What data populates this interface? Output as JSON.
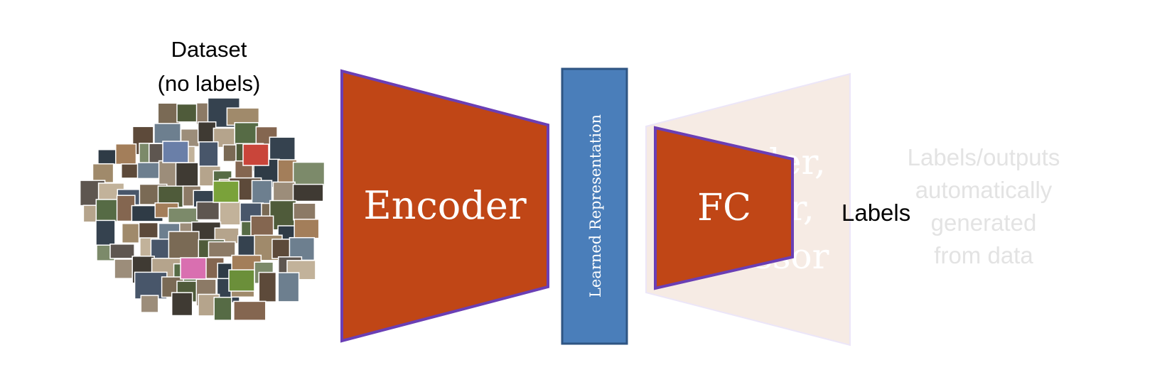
{
  "dataset": {
    "title": "Dataset",
    "subtitle": "(no labels)"
  },
  "encoder": {
    "label": "Encoder",
    "fill": "#c04616",
    "stroke": "#6a3fb5"
  },
  "representation": {
    "label": "Learned Representation",
    "fill": "#4a7eba",
    "stroke": "#2f5583"
  },
  "faded_head": {
    "lines": [
      "...der,",
      "...er,",
      "...ssor"
    ],
    "fill": "#f6ebe4",
    "stroke": "#ece6f8"
  },
  "fc_head": {
    "label": "FC",
    "fill": "#c04616",
    "stroke": "#6a3fb5"
  },
  "labels_text": "Labels",
  "faded_note": {
    "lines": [
      "Labels/outputs",
      "automatically",
      "generated",
      "from data"
    ],
    "color": "#e3e3e3"
  }
}
